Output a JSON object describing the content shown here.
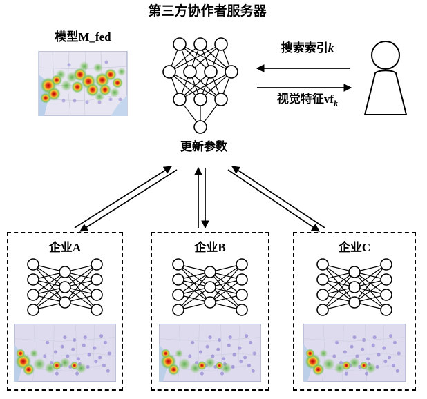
{
  "title": "第三方协作者服务器",
  "model": {
    "label": "模型M_fed"
  },
  "server": {
    "update_params_label": "更新参数"
  },
  "exchange": {
    "search_index": {
      "text": "搜索索引",
      "var": "k"
    },
    "visual_feature": {
      "text": "视觉特征vf",
      "sub": "k"
    }
  },
  "enterprises": [
    {
      "label": "企业A"
    },
    {
      "label": "企业B"
    },
    {
      "label": "企业C"
    }
  ],
  "icons": {
    "server_network": "neural-network-icon",
    "enterprise_network": "neural-network-icon",
    "user": "person-icon",
    "model_heatmap": "usa-heatmap-icon",
    "enterprise_heatmap": "usa-heatmap-icon",
    "exchange_arrows": "arrow-icons"
  },
  "colors": {
    "ink": "#000000",
    "heat_red": "#c00000",
    "heat_yellow": "#f2cf2b",
    "heat_green": "#62b34a",
    "map_purple": "#8b7fd0",
    "map_background": "#e2e0f0"
  }
}
